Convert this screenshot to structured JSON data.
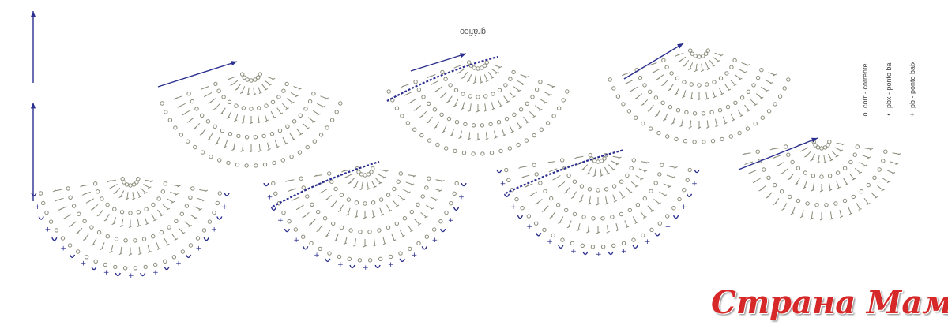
{
  "caption": "gráfico",
  "legend": [
    {
      "symbol": "o",
      "icon": "chain-stitch-icon",
      "text": "corr - corrente"
    },
    {
      "symbol": "•",
      "icon": "slip-stitch-icon",
      "text": "pbx - ponto bai"
    },
    {
      "symbol": "+",
      "icon": "single-crochet-icon",
      "text": "pb - ponto baix"
    }
  ],
  "watermark": "Страна Мам.ру",
  "colors": {
    "stitch": "#8a8a7a",
    "highlight": "#2b2f8f",
    "arrow": "#2b2f8f",
    "watermark": "#d62828"
  }
}
